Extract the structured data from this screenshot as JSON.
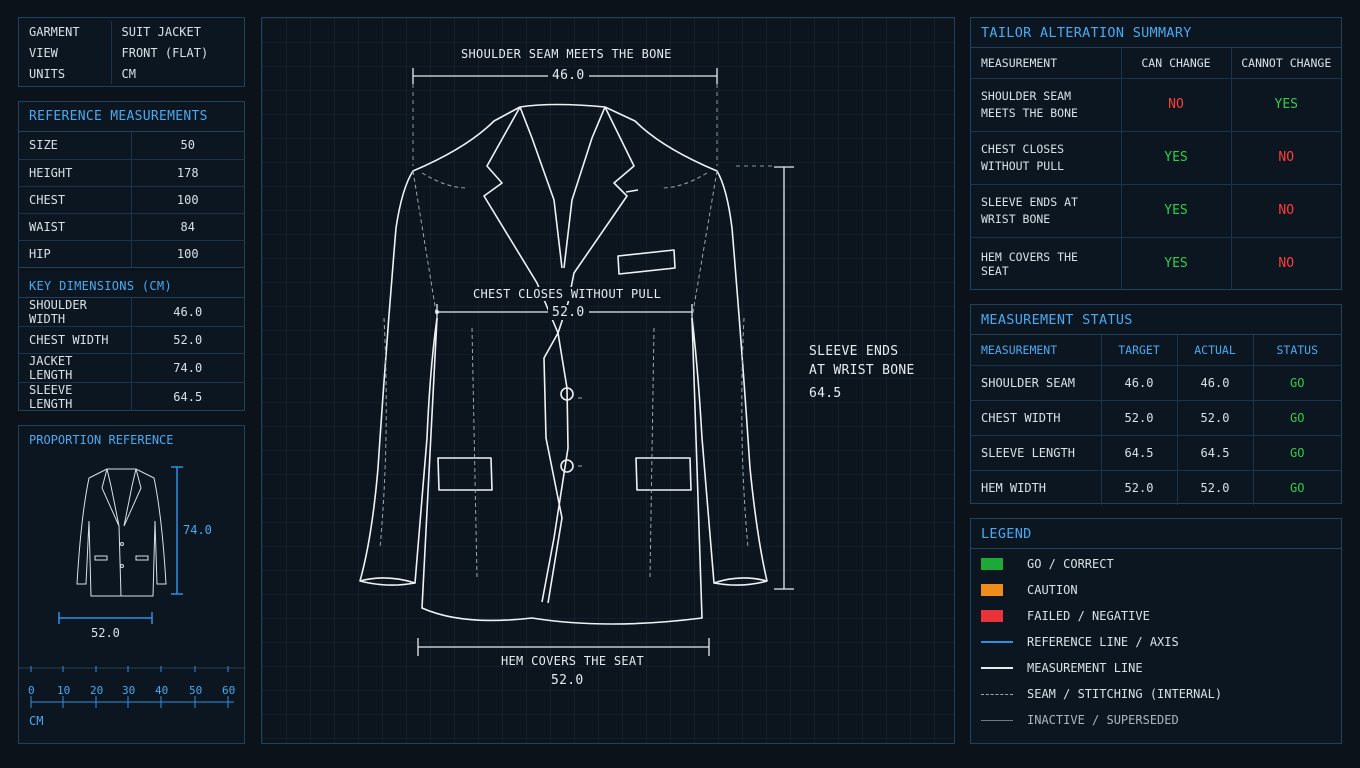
{
  "info": [
    {
      "label": "GARMENT",
      "value": "SUIT JACKET"
    },
    {
      "label": "VIEW",
      "value": "FRONT (FLAT)"
    },
    {
      "label": "UNITS",
      "value": "CM"
    }
  ],
  "reference": {
    "title": "REFERENCE MEASUREMENTS",
    "rows": [
      {
        "label": "SIZE",
        "value": "50"
      },
      {
        "label": "HEIGHT",
        "value": "178"
      },
      {
        "label": "CHEST",
        "value": "100"
      },
      {
        "label": "WAIST",
        "value": "84"
      },
      {
        "label": "HIP",
        "value": "100"
      }
    ]
  },
  "key_dimensions": {
    "title": "KEY DIMENSIONS (CM)",
    "rows": [
      {
        "label": "SHOULDER WIDTH",
        "value": "46.0"
      },
      {
        "label": "CHEST WIDTH",
        "value": "52.0"
      },
      {
        "label": "JACKET LENGTH",
        "value": "74.0"
      },
      {
        "label": "SLEEVE LENGTH",
        "value": "64.5"
      }
    ]
  },
  "proportion": {
    "title": "PROPORTION REFERENCE",
    "height_label": "74.0",
    "width_label": "52.0",
    "ruler_ticks": [
      "0",
      "10",
      "20",
      "30",
      "40",
      "50",
      "60"
    ],
    "ruler_unit": "CM"
  },
  "main": {
    "shoulder_title": "SHOULDER SEAM MEETS THE BONE",
    "shoulder_value": "46.0",
    "chest_title": "CHEST CLOSES WITHOUT PULL",
    "chest_value": "52.0",
    "sleeve_title_1": "SLEEVE ENDS",
    "sleeve_title_2": "AT WRIST BONE",
    "sleeve_value": "64.5",
    "hem_title": "HEM COVERS THE SEAT",
    "hem_value": "52.0"
  },
  "alteration": {
    "title": "TAILOR ALTERATION SUMMARY",
    "headers": [
      "MEASUREMENT",
      "CAN CHANGE",
      "CANNOT CHANGE"
    ],
    "rows": [
      {
        "line1": "SHOULDER SEAM",
        "line2": "MEETS THE BONE",
        "can": "NO",
        "cannot": "YES"
      },
      {
        "line1": "CHEST CLOSES",
        "line2": "WITHOUT PULL",
        "can": "YES",
        "cannot": "NO"
      },
      {
        "line1": "SLEEVE ENDS AT",
        "line2": "WRIST BONE",
        "can": "YES",
        "cannot": "NO"
      },
      {
        "line1": "HEM COVERS THE SEAT",
        "line2": "",
        "can": "YES",
        "cannot": "NO"
      }
    ]
  },
  "status": {
    "title": "MEASUREMENT STATUS",
    "headers": [
      "MEASUREMENT",
      "TARGET",
      "ACTUAL",
      "STATUS"
    ],
    "rows": [
      {
        "name": "SHOULDER SEAM",
        "target": "46.0",
        "actual": "46.0",
        "status": "GO"
      },
      {
        "name": "CHEST WIDTH",
        "target": "52.0",
        "actual": "52.0",
        "status": "GO"
      },
      {
        "name": "SLEEVE LENGTH",
        "target": "64.5",
        "actual": "64.5",
        "status": "GO"
      },
      {
        "name": "HEM WIDTH",
        "target": "52.0",
        "actual": "52.0",
        "status": "GO"
      }
    ]
  },
  "legend": {
    "title": "LEGEND",
    "items": [
      {
        "label": "GO / CORRECT",
        "color": "#1fa83a"
      },
      {
        "label": "CAUTION",
        "color": "#f08c1a"
      },
      {
        "label": "FAILED / NEGATIVE",
        "color": "#e8333a"
      },
      {
        "label": "REFERENCE LINE / AXIS",
        "color": "#2f8fe0"
      },
      {
        "label": "MEASUREMENT LINE",
        "color": "#e6ecf0"
      },
      {
        "label": "SEAM / STITCHING (INTERNAL)",
        "color": "#9aa6b0"
      },
      {
        "label": "INACTIVE / SUPERSEDED",
        "color": "#6b7782"
      }
    ]
  }
}
